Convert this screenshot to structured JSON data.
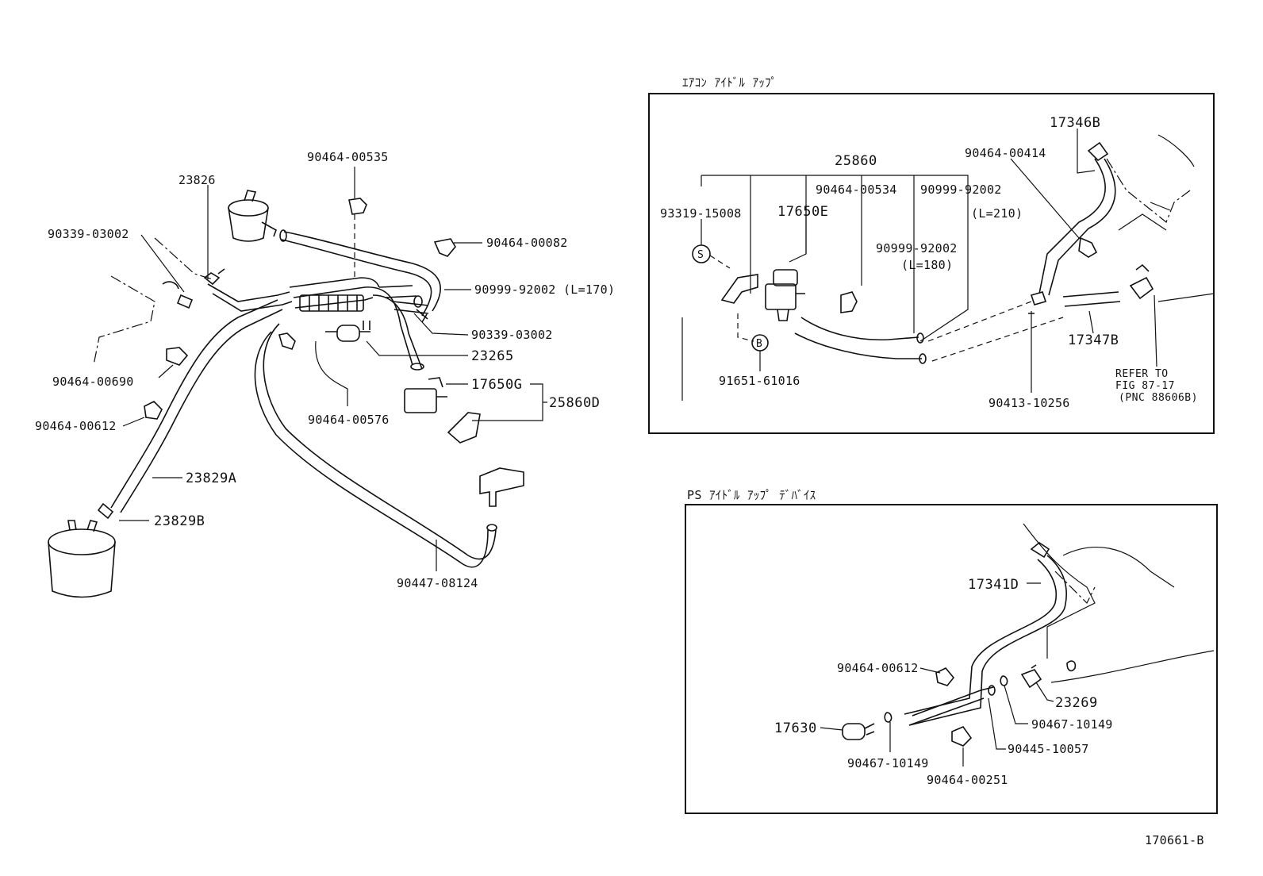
{
  "diagram": {
    "drawing_number": "170661-B",
    "main_labels": {
      "p23826": "23826",
      "p90339_03002_a": "90339-03002",
      "p90464_00535": "90464-00535",
      "p90464_00082": "90464-00082",
      "p90999_92002_l170": "90999-92002 (L=170)",
      "p90339_03002_b": "90339-03002",
      "p23265": "23265",
      "p17650G": "17650G",
      "p25860D": "25860D",
      "p90464_00576": "90464-00576",
      "p90464_00690": "90464-00690",
      "p90464_00612": "90464-00612",
      "p23829A": "23829A",
      "p23829B": "23829B",
      "p90447_08124": "90447-08124"
    },
    "ac_idle_up": {
      "title": "ｴｱｺﾝ ｱｲﾄﾞﾙ ｱｯﾌﾟ",
      "labels": {
        "p25860": "25860",
        "p93319_15008": "93319-15008",
        "p17650E": "17650E",
        "p90464_00534": "90464-00534",
        "p90999_92002_l210": "90999-92002",
        "l210": "(L=210)",
        "p90999_92002_l180": "90999-92002",
        "l180": "(L=180)",
        "p90464_00414": "90464-00414",
        "p17346B": "17346B",
        "p17347B": "17347B",
        "p90413_10256": "90413-10256",
        "p91651_61016": "91651-61016",
        "mark_s": "S",
        "mark_b": "B",
        "refer1": "REFER TO",
        "refer2": "FIG 87-17",
        "refer3": "(PNC 88606B)"
      }
    },
    "ps_idle_up": {
      "title": "PS ｱｲﾄﾞﾙ ｱｯﾌﾟ ﾃﾞﾊﾞｲｽ",
      "labels": {
        "p17341D": "17341D",
        "p90464_00612": "90464-00612",
        "p23269": "23269",
        "p90467_10149_a": "90467-10149",
        "p17630": "17630",
        "p90445_10057": "90445-10057",
        "p90467_10149_b": "90467-10149",
        "p90464_00251": "90464-00251"
      }
    }
  }
}
